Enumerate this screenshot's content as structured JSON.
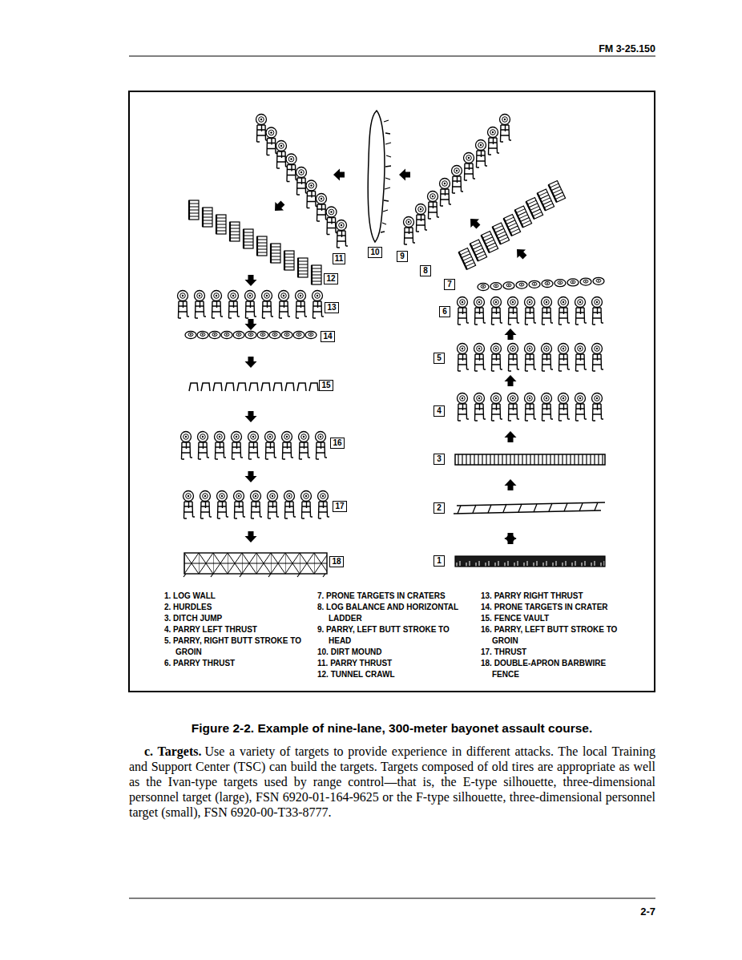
{
  "diagram": {
    "caption": "Figure 2-2. Example of nine-lane, 300-meter bayonet assault course.",
    "nodes": [
      {
        "text": [
          "1"
        ]
      },
      {
        "text": [
          "2"
        ]
      },
      {
        "text": [
          "3"
        ]
      },
      {
        "text": [
          "4"
        ]
      },
      {
        "text": [
          "5"
        ]
      },
      {
        "text": [
          "6"
        ]
      },
      {
        "text": [
          "7"
        ]
      },
      {
        "text": [
          "8"
        ]
      },
      {
        "text": [
          "9"
        ]
      },
      {
        "text": [
          "10"
        ]
      },
      {
        "text": [
          "11"
        ]
      },
      {
        "text": [
          "12"
        ]
      },
      {
        "text": [
          "13"
        ]
      },
      {
        "text": [
          "14"
        ]
      },
      {
        "text": [
          "15"
        ]
      },
      {
        "text": [
          "16"
        ]
      },
      {
        "text": [
          "17"
        ]
      },
      {
        "text": [
          "18"
        ]
      }
    ],
    "labels": [
      "FM 3-25.150",
      "1. LOG WALL",
      "2. HURDLES",
      "3. DITCH JUMP",
      "4. PARRY LEFT THRUST",
      "5. PARRY, RIGHT BUTT STROKE TO GROIN",
      "6. PARRY THRUST",
      "7. PRONE TARGETS IN CRATERS",
      "8. LOG BALANCE AND HORIZONTAL LADDER",
      "9. PARRY, LEFT BUTT STROKE TO HEAD",
      "10. DIRT MOUND",
      "11. PARRY THRUST",
      "12. TUNNEL CRAWL",
      "13. PARRY RIGHT THRUST",
      "14. PRONE TARGETS IN CRATER",
      "15. FENCE VAULT",
      "16. PARRY, LEFT BUTT STROKE TO GROIN",
      "17. THRUST",
      "18. DOUBLE-APRON BARBWIRE FENCE",
      "c. Targets.",
      "Use a variety of targets to provide experience in different attacks. The local Training and Support Center (TSC) can build the targets. Targets composed of old tires are appropriate as well as the Ivan-type targets used by range control—that is, the E-type silhouette, three-dimensional personnel target (large), FSN 6920-01-164-9625 or the F-type silhouette, three-dimensional personnel target (small), FSN 6920-00-T33-8777.",
      "2-7"
    ]
  }
}
